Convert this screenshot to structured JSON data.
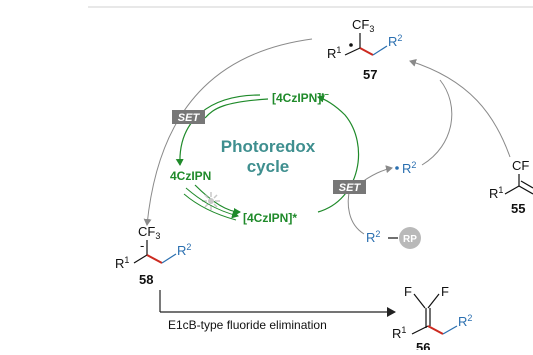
{
  "colors": {
    "catalyst_green": "#1f8a2a",
    "title_teal": "#3f8f8f",
    "r2_blue": "#2a6fb0",
    "bond_red": "#cc2a20",
    "set_box_bg": "#777777",
    "rp_grey": "#b9b9b9",
    "arrow_grey": "#8a8a8a"
  },
  "cycle": {
    "title_line1": "Photoredox",
    "title_line2": "cycle",
    "cat_radical_anion": "[4CzIPN]",
    "cat_radical_anion_charge": "•−",
    "cat_ground": "4CzIPN",
    "cat_excited": "[4CzIPN]*",
    "set_label": "SET"
  },
  "compounds": {
    "c57": {
      "cf3": "CF",
      "cf3_sub": "3",
      "r1": "R",
      "r1_sup": "1",
      "r2": "R",
      "r2_sup": "2",
      "number": "57"
    },
    "c58": {
      "cf3": "CF",
      "cf3_sub": "3",
      "minus": "-",
      "r1": "R",
      "r1_sup": "1",
      "r2": "R",
      "r2_sup": "2",
      "number": "58"
    },
    "c55": {
      "cf3": "CF",
      "r1": "R",
      "r1_sup": "1",
      "number": "55"
    },
    "c56": {
      "f_left": "F",
      "f_right": "F",
      "r1": "R",
      "r1_sup": "1",
      "r2": "R",
      "r2_sup": "2",
      "number": "56"
    },
    "radical": {
      "dot": "•",
      "r2": "R",
      "r2_sup": "2"
    },
    "precursor": {
      "r2": "R",
      "r2_sup": "2",
      "rp": "RP"
    }
  },
  "elimination_label": "E1cB-type fluoride elimination",
  "icons": [
    "light-burst-icon"
  ]
}
